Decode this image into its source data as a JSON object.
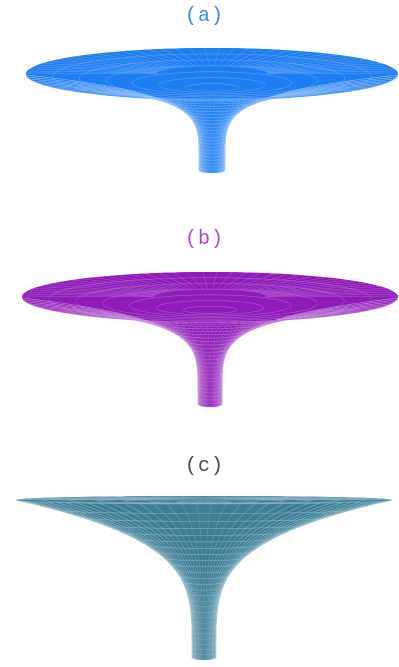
{
  "panels": [
    {
      "label": "(a)",
      "color": "#1f7ef2",
      "label_color": "#3a88e8"
    },
    {
      "label": "(b)",
      "color": "#8f1bb8",
      "label_color": "#a34fc3"
    },
    {
      "label": "(c)",
      "color": "#3d7f96",
      "label_color": "#4a4a4a"
    }
  ]
}
